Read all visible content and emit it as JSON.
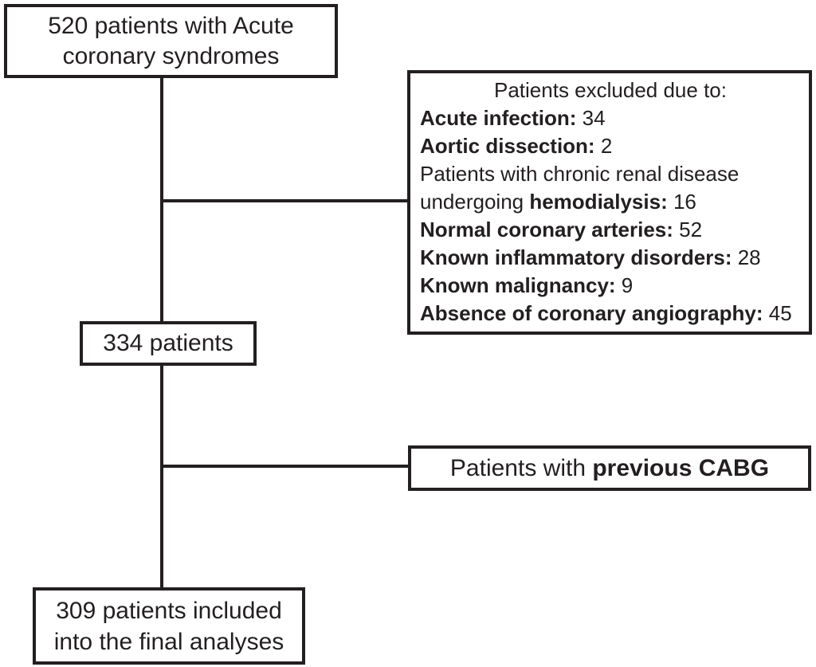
{
  "flowchart": {
    "colors": {
      "line": "#231f20",
      "text": "#231f20",
      "background": "#ffffff"
    },
    "top": {
      "lines": [
        "520 patients with Acute",
        "coronary syndromes"
      ]
    },
    "exclusions": {
      "header": "Patients excluded due to:",
      "items": [
        {
          "prefix": "",
          "label": "Acute infection:",
          "value": " 34"
        },
        {
          "prefix": "",
          "label": "Aortic dissection:",
          "value": " 2"
        },
        {
          "prefix": "Patients with chronic renal disease undergoing ",
          "label": "hemodialysis:",
          "value": " 16"
        },
        {
          "prefix": "",
          "label": "Normal coronary arteries:",
          "value": " 52"
        },
        {
          "prefix": "",
          "label": "Known inflammatory disorders:",
          "value": " 28"
        },
        {
          "prefix": "",
          "label": "Known malignancy:",
          "value": " 9"
        },
        {
          "prefix": "",
          "label": "Absence of coronary angiography:",
          "value": " 45"
        }
      ]
    },
    "mid": {
      "text": "334 patients"
    },
    "cabg": {
      "prefix": "Patients with ",
      "bold": "previous CABG"
    },
    "final": {
      "lines": [
        "309 patients included",
        "into the final analyses"
      ]
    }
  }
}
